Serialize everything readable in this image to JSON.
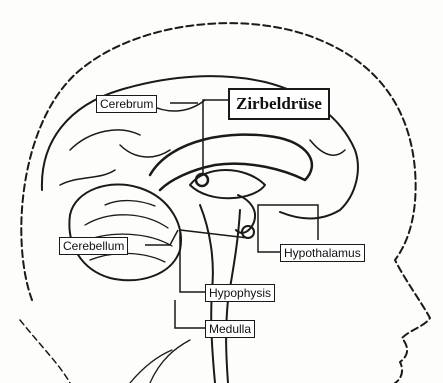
{
  "labels": {
    "pineal": "Zirbeldrüse",
    "cerebrum": "Cerebrum",
    "cerebellum": "Cerebellum",
    "hypothalamus": "Hypothalamus",
    "hypophysis": "Hypophysis",
    "medulla": "Medulla"
  },
  "colors": {
    "ink": "#1a1a1a",
    "paper": "#fdfdfb"
  }
}
